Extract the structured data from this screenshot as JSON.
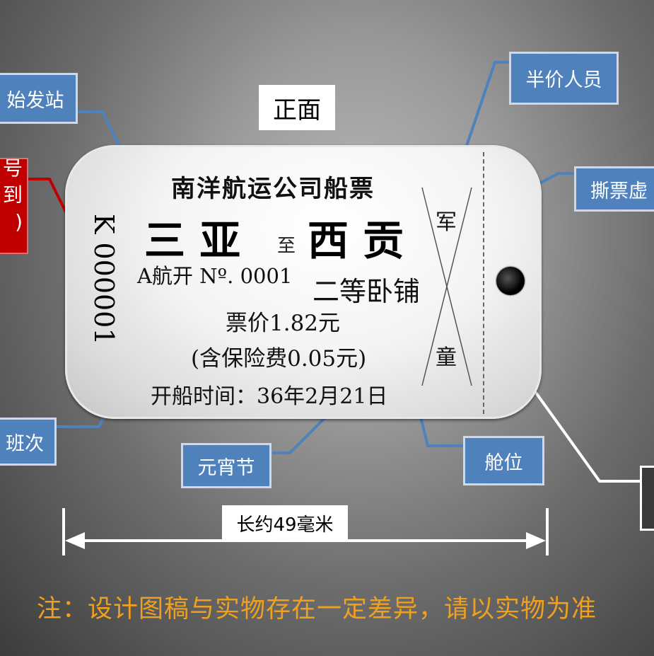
{
  "front_label": "正面",
  "ticket": {
    "title": "南洋航运公司船票",
    "from": "三 亚",
    "to_word": "至",
    "to": "西 贡",
    "serial_number": "K 000001",
    "route_line": "A航开 Nº. 0001",
    "class": "二等卧铺",
    "price": "票价1.82元",
    "insurance": "(含保险费0.05元)",
    "departure": "开船时间：36年2月21日",
    "stub_top": "军",
    "stub_bottom": "童"
  },
  "callouts": {
    "origin_station": "始发站",
    "serial_partial_1": "号",
    "serial_partial_2": "到",
    "serial_partial_3": ")",
    "half_price": "半价人员",
    "tear_line": "撕票虚",
    "voyage": "班次",
    "lantern_festival": "元宵节",
    "cabin": "舱位"
  },
  "dimension_label": "长约49毫米",
  "note": "注：设计图稿与实物存在一定差异，请以实物为准",
  "colors": {
    "callout_blue": "#4f81bd",
    "callout_red": "#c00000",
    "note_orange": "#f0a020",
    "connector_blue": "#4f81bd",
    "connector_red": "#c00000"
  }
}
